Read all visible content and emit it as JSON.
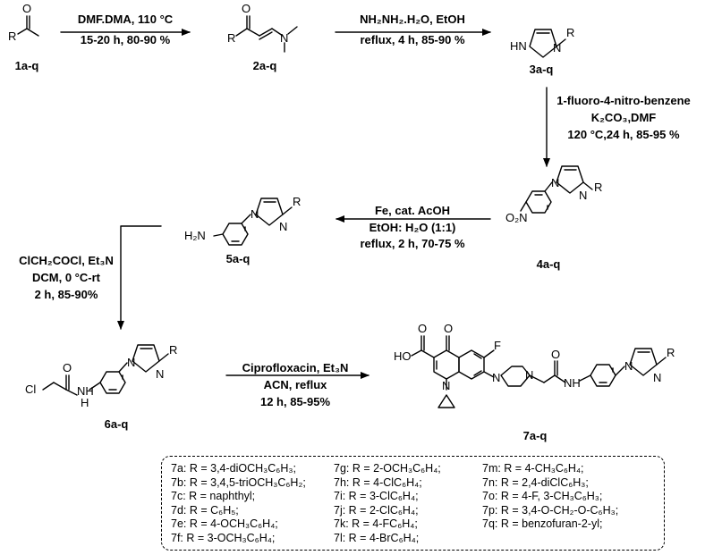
{
  "compounds": {
    "c1": "1a-q",
    "c2": "2a-q",
    "c3": "3a-q",
    "c4": "4a-q",
    "c5": "5a-q",
    "c6": "6a-q",
    "c7": "7a-q"
  },
  "conditions": {
    "step1_line1": "DMF.DMA, 110 °C",
    "step1_line2": "15-20 h, 80-90 %",
    "step2_line1": "NH₂NH₂.H₂O, EtOH",
    "step2_line2": "reflux, 4 h, 85-90 %",
    "step3_line1": "1-fluoro-4-nitro-benzene",
    "step3_line2": "K₂CO₃,DMF",
    "step3_line3": "120 °C,24 h, 85-95 %",
    "step4_line1": "Fe, cat. AcOH",
    "step4_line2": "EtOH: H₂O (1:1)",
    "step4_line3": "reflux, 2 h, 70-75 %",
    "step5_line1": "ClCH₂COCl, Et₃N",
    "step5_line2": "DCM, 0 °C-rt",
    "step5_line3": "2 h, 85-90%",
    "step6_line1": "Ciprofloxacin, Et₃N",
    "step6_line2": "ACN, reflux",
    "step6_line3": "12 h, 85-95%"
  },
  "atoms": {
    "R": "R",
    "O": "O",
    "N": "N",
    "NH": "NH",
    "HN": "HN",
    "H2N": "H₂N",
    "O2N": "O₂N",
    "Cl": "Cl",
    "F": "F",
    "HO": "HO",
    "H": "H"
  },
  "legend": {
    "col1": [
      "7a: R = 3,4-diOCH₃C₆H₃;",
      "7b: R = 3,4,5-triOCH₃C₆H₂;",
      "7c: R = naphthyl;",
      "7d: R = C₆H₅;",
      "7e: R = 4-OCH₃C₆H₄;",
      "7f: R =  3-OCH₃C₆H₄;"
    ],
    "col2": [
      "7g: R = 2-OCH₃C₆H₄;",
      "7h: R = 4-ClC₆H₄;",
      "7i: R = 3-ClC₆H₄;",
      "7j: R = 2-ClC₆H₄;",
      "7k: R = 4-FC₆H₄;",
      "7l: R = 4-BrC₆H₄;"
    ],
    "col3": [
      "7m: R = 4-CH₃C₆H₄;",
      "7n: R = 2,4-diClC₆H₃;",
      "7o: R = 4-F, 3-CH₃C₆H₃;",
      "7p: R = 3,4-O-CH₂-O-C₆H₃;",
      "7q: R = benzofuran-2-yl;"
    ]
  }
}
